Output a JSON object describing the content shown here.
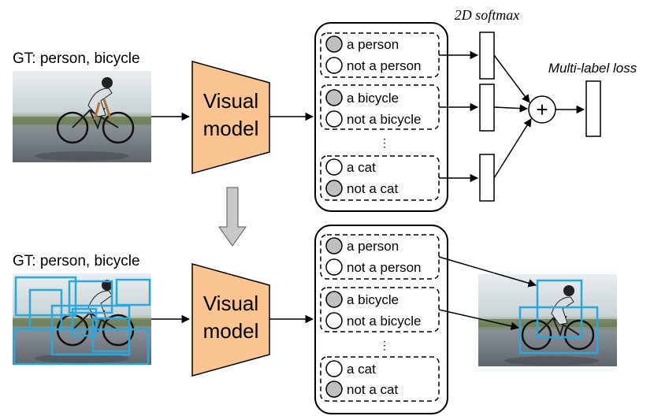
{
  "top": {
    "gt_label": "GT: person, bicycle",
    "model_label_line1": "Visual",
    "model_label_line2": "model",
    "groups": [
      {
        "options": [
          {
            "text": "a person",
            "filled": true
          },
          {
            "text": "not a person",
            "filled": false
          }
        ]
      },
      {
        "options": [
          {
            "text": "a bicycle",
            "filled": true
          },
          {
            "text": "not a bicycle",
            "filled": false
          }
        ]
      },
      {
        "options": [
          {
            "text": "a cat",
            "filled": false
          },
          {
            "text": "not a cat",
            "filled": true
          }
        ]
      }
    ],
    "softmax_label": "2D softmax",
    "loss_label": "Multi-label loss",
    "plus": "+"
  },
  "bottom": {
    "gt_label": "GT: person, bicycle",
    "model_label_line1": "Visual",
    "model_label_line2": "model",
    "groups": [
      {
        "options": [
          {
            "text": "a person",
            "filled": true
          },
          {
            "text": "not a person",
            "filled": false
          }
        ]
      },
      {
        "options": [
          {
            "text": "a bicycle",
            "filled": true
          },
          {
            "text": "not a bicycle",
            "filled": false
          }
        ]
      },
      {
        "options": [
          {
            "text": "a cat",
            "filled": false
          },
          {
            "text": "not a cat",
            "filled": true
          }
        ]
      }
    ]
  },
  "colors": {
    "model_fill": "#f9c48f",
    "node_fill": "#c0c0c0",
    "box_color": "#29a8e0",
    "arrow_fill": "#c8c8c8"
  }
}
